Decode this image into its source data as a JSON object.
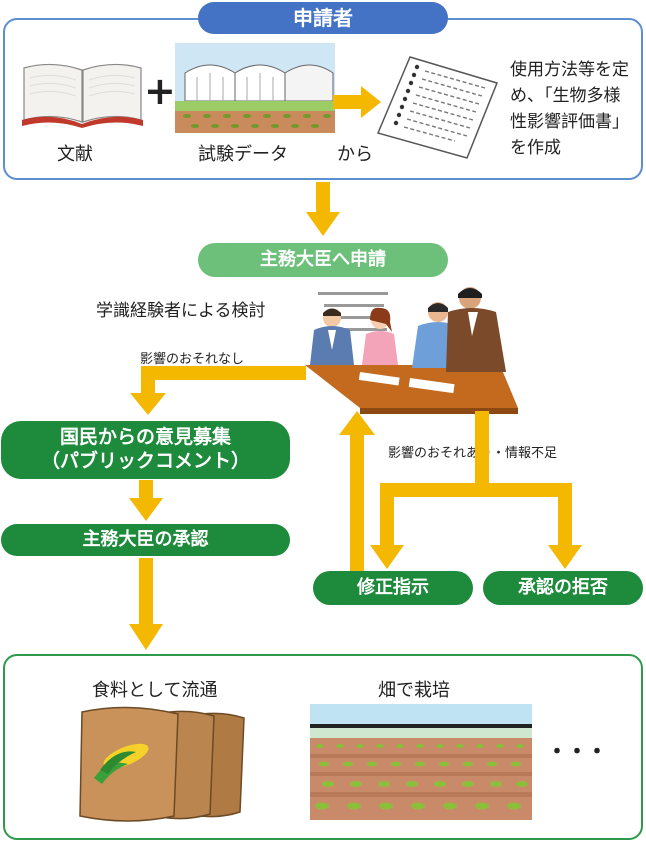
{
  "applicant": {
    "title": "申請者",
    "literature_label": "文献",
    "plus_symbol": "+",
    "test_data_label": "試験データ",
    "from_label": "から",
    "description": "使用方法等を定め、「生物多様性影響評価書」を作成"
  },
  "flow": {
    "apply_to_minister": "主務大臣へ申請",
    "expert_review": "学識経験者による検討",
    "no_impact_label": "影響のおそれなし",
    "public_comment_line1": "国民からの意見募集",
    "public_comment_line2": "（パブリックコメント）",
    "minister_approval": "主務大臣の承認",
    "impact_label": "影響のおそれあり・情報不足",
    "revision_instruction": "修正指示",
    "approval_refusal": "承認の拒否"
  },
  "outcomes": {
    "food_distribution": "食料として流通",
    "field_cultivation": "畑で栽培",
    "ellipsis": "・・・"
  },
  "colors": {
    "blue_pill": "#4472c4",
    "blue_frame": "#5b8fd0",
    "green_dark": "#1e8a3c",
    "green_light": "#6cc07a",
    "green_frame": "#2e9a4a",
    "arrow_yellow": "#f5b800"
  }
}
